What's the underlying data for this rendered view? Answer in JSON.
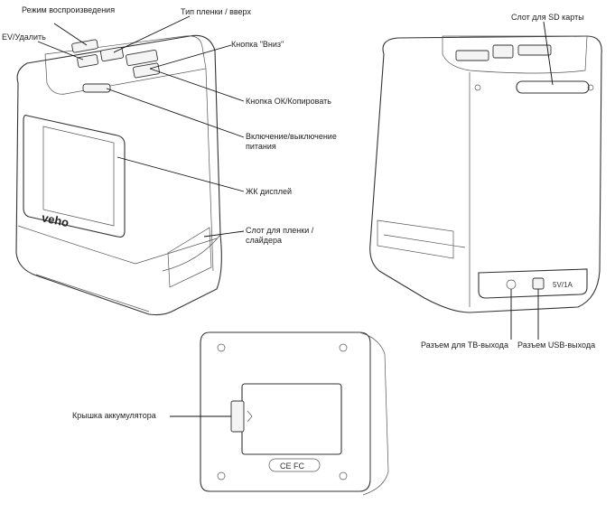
{
  "labels": {
    "playback_mode": "Режим воспроизведения",
    "ev_delete": "EV/Удалить",
    "film_type_up": "Тип пленки / вверх",
    "down_button": "Кнопка \"Вниз\"",
    "ok_copy_button": "Кнопка ОК/Копировать",
    "power_onoff": "Включение/выключение питания",
    "lcd_display": "ЖК дисплей",
    "film_slide_slot": "Слот для пленки /слайдера",
    "sd_slot": "Слот для SD карты",
    "tv_out_jack": "Разъем для ТВ-выхода",
    "usb_out_jack": "Разъем USB-выхода",
    "battery_cover": "Крышка аккумулятора"
  },
  "device_marks": {
    "brand": "veho",
    "port_marking": "5V/1A",
    "bottom_marking": "CE FC"
  },
  "colors": {
    "line": "#111111",
    "outline": "#333333",
    "text": "#222222"
  }
}
